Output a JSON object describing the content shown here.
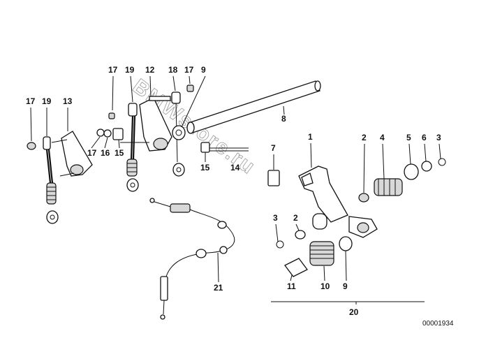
{
  "diagram": {
    "watermark": "BMWstore.ru",
    "reference_number": "00001934",
    "labels": [
      "17",
      "19",
      "13",
      "17",
      "19",
      "12",
      "18",
      "17",
      "9",
      "17",
      "16",
      "15",
      "15",
      "14",
      "8",
      "7",
      "1",
      "2",
      "4",
      "5",
      "6",
      "3",
      "2",
      "3",
      "11",
      "10",
      "9",
      "20",
      "21"
    ]
  }
}
